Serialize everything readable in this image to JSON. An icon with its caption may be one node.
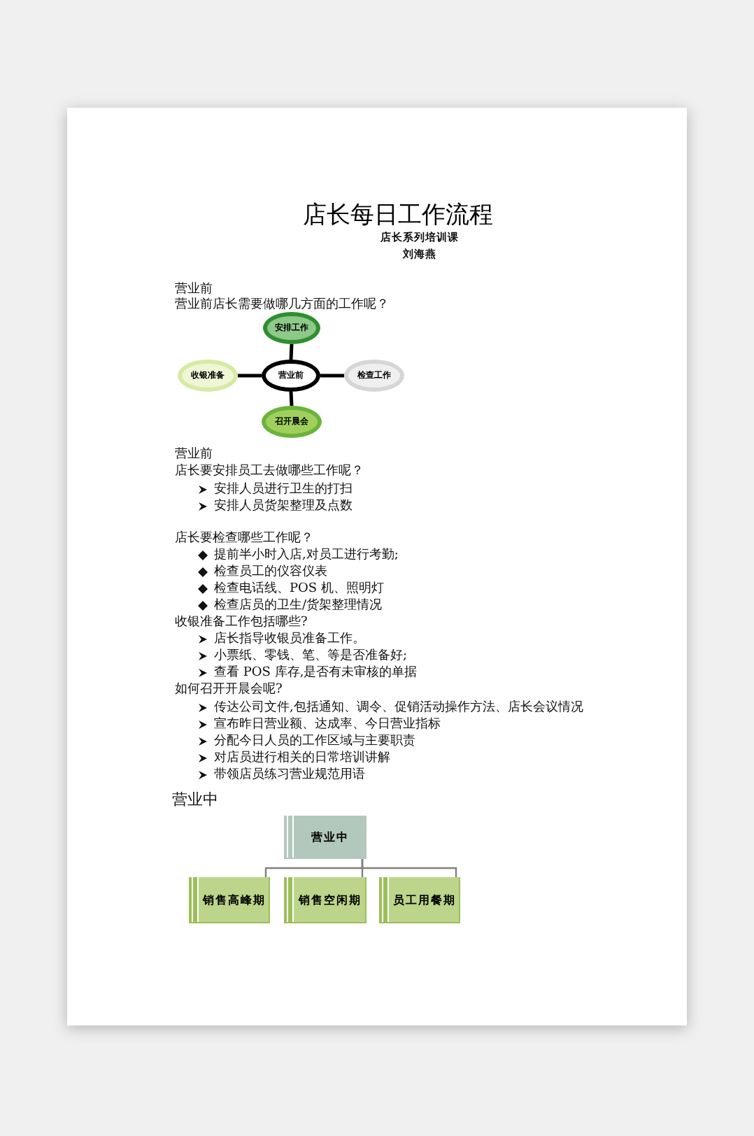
{
  "diagram": {
    "title": "店长每日工作流程",
    "nodes": [
      {
        "text": [
          "安排工作"
        ]
      },
      {
        "text": [
          "收银准备"
        ]
      },
      {
        "text": [
          "营业前"
        ]
      },
      {
        "text": [
          "检查工作"
        ]
      },
      {
        "text": [
          "召开晨会"
        ]
      },
      {
        "text": [
          "营业中"
        ]
      },
      {
        "text": [
          "销售高峰期"
        ]
      },
      {
        "text": [
          "销售空闲期"
        ]
      },
      {
        "text": [
          "员工用餐期"
        ]
      }
    ],
    "edges": [
      {
        "from": 2,
        "to": 0,
        "arrow": "none"
      },
      {
        "from": 2,
        "to": 1,
        "arrow": "none"
      },
      {
        "from": 2,
        "to": 3,
        "arrow": "none"
      },
      {
        "from": 2,
        "to": 4,
        "arrow": "none"
      },
      {
        "from": 5,
        "to": 6,
        "arrow": "none",
        "color": "#808080"
      },
      {
        "from": 5,
        "to": 7,
        "arrow": "none",
        "color": "#808080"
      },
      {
        "from": 5,
        "to": 8,
        "arrow": "none",
        "color": "#808080"
      }
    ],
    "labels": [
      "店长系列培训课",
      "刘海燕",
      "营业前",
      "营业前店长需要做哪几方面的工作呢？",
      "营业前",
      "店长要安排员工去做哪些工作呢？",
      "安排人员进行卫生的打扫",
      "安排人员货架整理及点数",
      "店长要检查哪些工作呢？",
      "提前半小时入店,对员工进行考勤;",
      "检查员工的仪容仪表",
      "检查电话线、POS 机、照明灯",
      "检查店员的卫生/货架整理情况",
      "收银准备工作包括哪些?",
      "店长指导收银员准备工作。",
      "小票纸、零钱、笔、等是否准备好;",
      "查看 POS 库存,是否有未审核的单据",
      "如何召开开晨会呢?",
      "传达公司文件,包括通知、调令、促销活动操作方法、店长会议情况",
      "宣布昨日营业额、达成率、今日营业指标",
      "分配今日人员的工作区域与主要职责",
      "对店员进行相关的日常培训讲解",
      "带领店员练习营业规范用语",
      "营业中"
    ]
  }
}
